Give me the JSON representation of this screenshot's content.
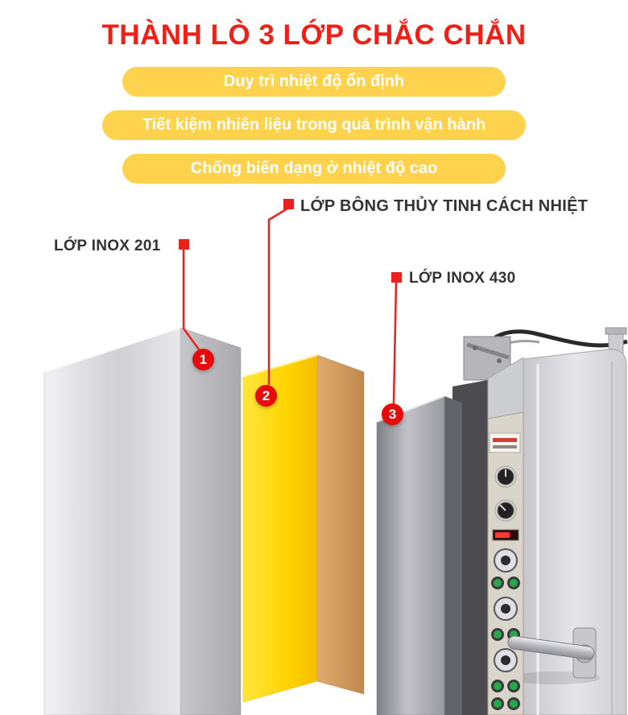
{
  "title": "THÀNH LÒ 3 LỚP CHẮC CHẮN",
  "benefits": [
    {
      "label": "Duy trì nhiệt độ ổn định"
    },
    {
      "label": "Tiết kiệm nhiên liệu trong quá trình vận hành"
    },
    {
      "label": "Chống biến dạng ở nhiệt độ cao"
    }
  ],
  "layers": {
    "inox201": {
      "label": "LỚP INOX 201",
      "marker": "1"
    },
    "glass_wool": {
      "label": "LỚP BÔNG THỦY TINH CÁCH NHIỆT",
      "marker": "2"
    },
    "inox430": {
      "label": "LỚP INOX 430",
      "marker": "3"
    }
  },
  "colors": {
    "title_red": "#ee2018",
    "banner_yellow": "#ffd24e",
    "callout_red": "#e8231d",
    "marker_red": "#e60c0c",
    "label_text": "#333333",
    "glass_wool_yellow": "#ffd400",
    "glass_wool_side_tan": "#d1995e",
    "inox201_gray": "#d8d8dc",
    "inox430_gray": "#9a9aa1"
  }
}
